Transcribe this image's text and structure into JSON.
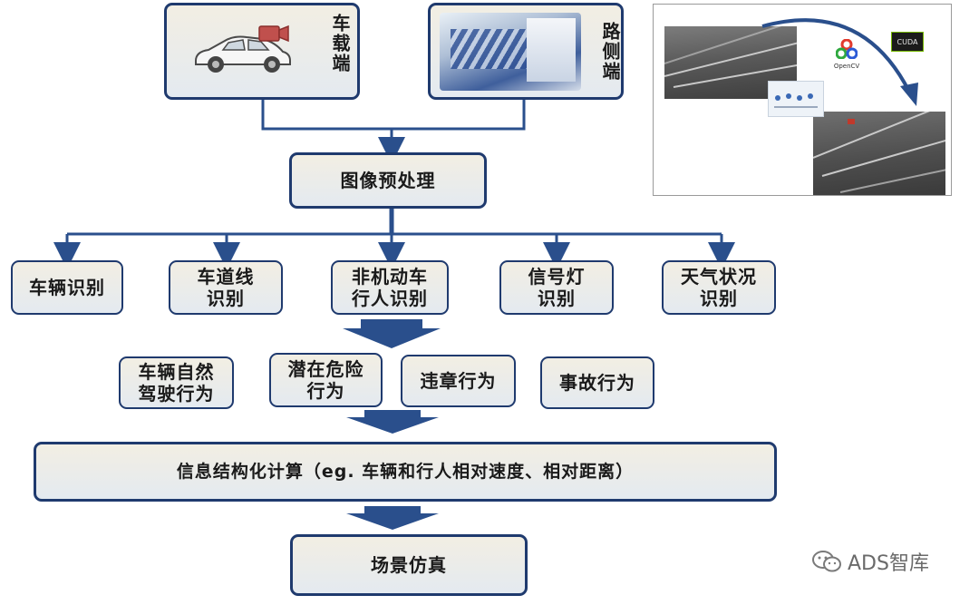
{
  "sources": {
    "vehicle": "车载端",
    "roadside": "路侧端"
  },
  "preprocess": "图像预处理",
  "recognition": [
    {
      "line1": "车辆识别",
      "line2": ""
    },
    {
      "line1": "车道线",
      "line2": "识别"
    },
    {
      "line1": "非机动车",
      "line2": "行人识别"
    },
    {
      "line1": "信号灯",
      "line2": "识别"
    },
    {
      "line1": "天气状况",
      "line2": "识别"
    }
  ],
  "behaviors": [
    {
      "line1": "车辆自然",
      "line2": "驾驶行为"
    },
    {
      "line1": "潜在危险",
      "line2": "行为"
    },
    {
      "line1": "违章行为",
      "line2": ""
    },
    {
      "line1": "事故行为",
      "line2": ""
    }
  ],
  "compute": "信息结构化计算（eg. 车辆和行人相对速度、相对距离）",
  "simulation": "场景仿真",
  "photo_panel": {
    "opencv_label": "OpenCV",
    "cuda_label": "CUDA"
  },
  "watermark": "ADS智库",
  "colors": {
    "border": "#1f3a6e",
    "arrow": "#2a4f8c",
    "box_top": "#f2eee3",
    "box_bottom": "#e4eaf0"
  }
}
